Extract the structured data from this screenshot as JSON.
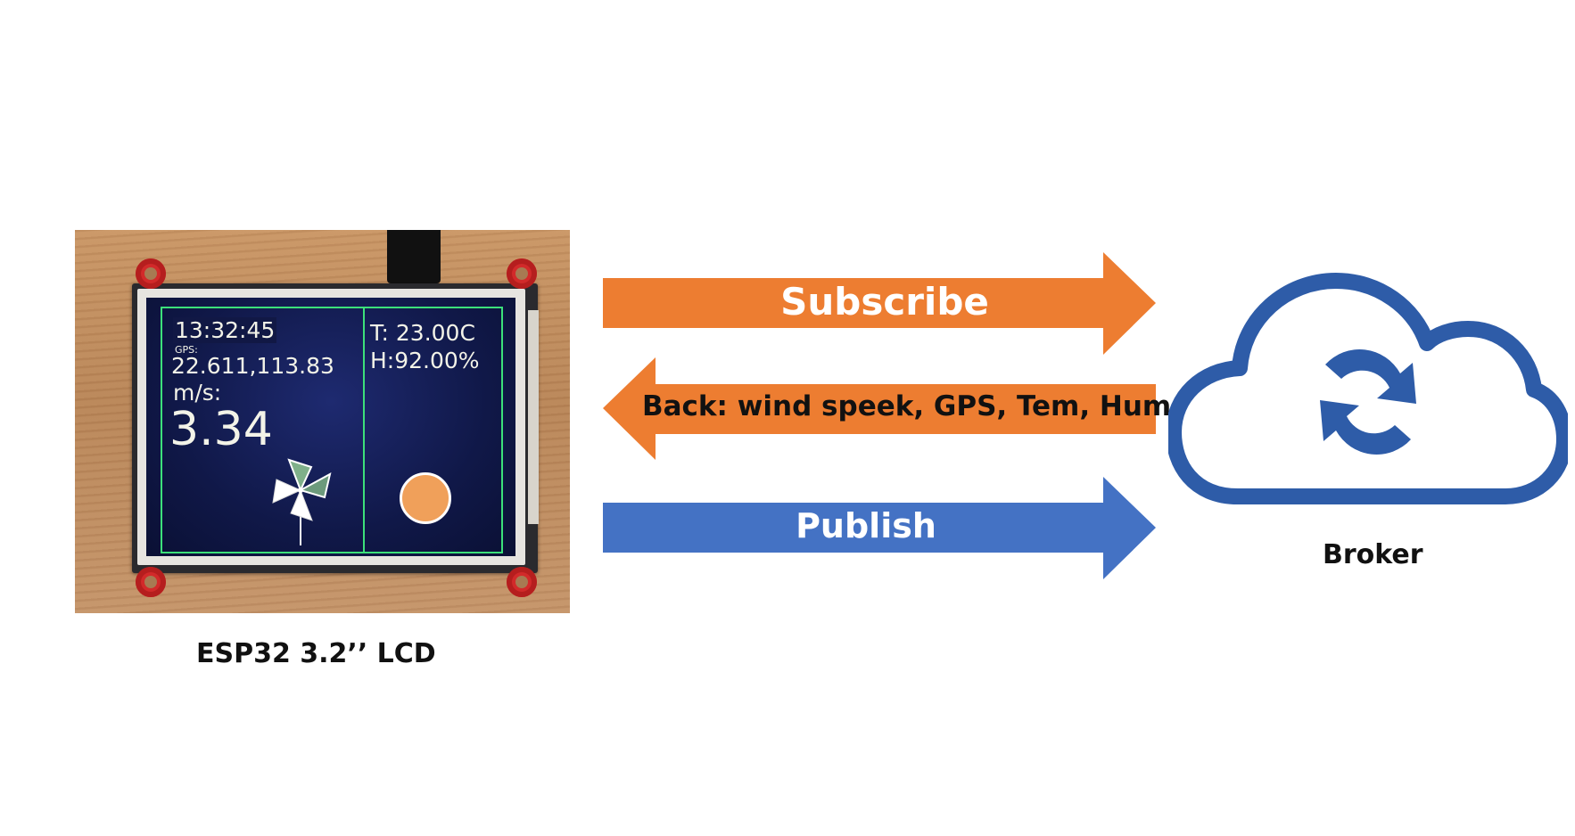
{
  "device": {
    "caption": "ESP32 3.2’’ LCD",
    "screen": {
      "time": "13:32:45",
      "gps_label": "GPS:",
      "gps": "22.611,113.83",
      "speed_unit": "m/s:",
      "speed": "3.34",
      "temperature": "T: 23.00C",
      "humidity": "H:92.00%"
    }
  },
  "arrows": {
    "subscribe": {
      "label": "Subscribe",
      "direction": "right",
      "color": "#ED7D31"
    },
    "back": {
      "label": "Back: wind speek, GPS, Tem, Hum",
      "direction": "left",
      "color": "#ED7D31"
    },
    "publish": {
      "label": "Publish",
      "direction": "right",
      "color": "#4472C4"
    }
  },
  "broker": {
    "caption": "Broker",
    "icon": "cloud-sync-icon",
    "color": "#2E5CA8"
  }
}
